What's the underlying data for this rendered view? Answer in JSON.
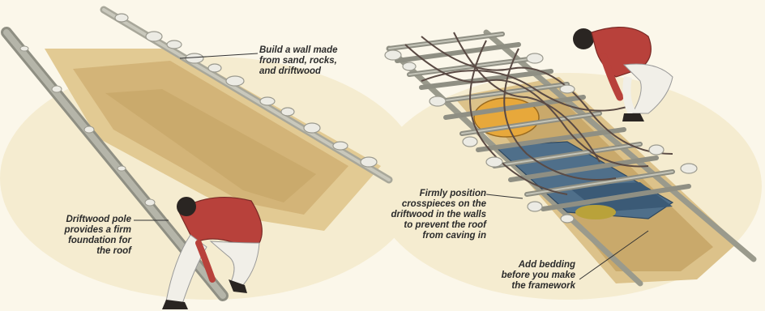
{
  "callouts": {
    "wall": "Build a wall made\nfrom sand, rocks,\nand driftwood",
    "pole": "Driftwood pole\nprovides a firm\nfoundation for\nthe roof",
    "crosspieces": "Firmly position\ncrosspieces on the\ndriftwood in the walls\nto prevent the roof\nfrom caving in",
    "bedding": "Add bedding\nbefore you make\nthe framework"
  },
  "colors": {
    "sand": "#f3e7c4",
    "trench": "#d9bd86",
    "shirt": "#b8413b",
    "trousers": "#f1efe8",
    "hair": "#2a2522",
    "wood": "#9a9a8c",
    "tarp": "#4f6f8a",
    "bag": "#e7a83b"
  }
}
